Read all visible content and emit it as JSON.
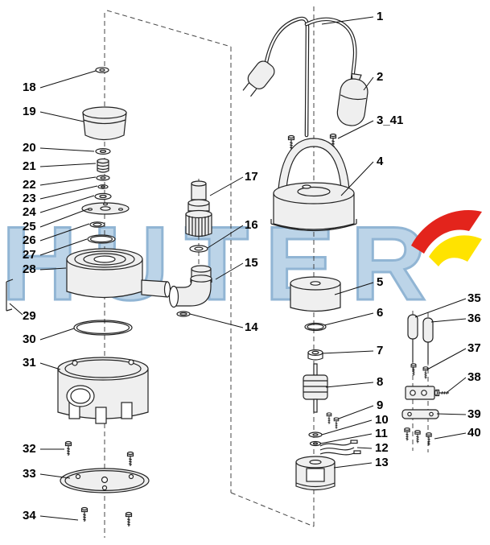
{
  "watermark": {
    "text": "HUTER"
  },
  "colors": {
    "line": "#222222",
    "leader": "#111111",
    "watermark_fill": "#b9d2e7",
    "watermark_stroke": "#8cb2d2",
    "logo_red": "#e3241c",
    "logo_yellow": "#ffe300"
  },
  "labels": {
    "left": [
      "18",
      "19",
      "20",
      "21",
      "22",
      "23",
      "24",
      "25",
      "26",
      "27",
      "28",
      "29",
      "30",
      "31",
      "32",
      "33",
      "34"
    ],
    "middle": [
      "17",
      "16",
      "15",
      "14"
    ],
    "right": [
      "1",
      "2",
      "3_41",
      "4",
      "5",
      "6",
      "7",
      "8",
      "9",
      "10",
      "11",
      "12",
      "13"
    ],
    "far_right": [
      "35",
      "36",
      "37",
      "38",
      "39",
      "40"
    ]
  }
}
